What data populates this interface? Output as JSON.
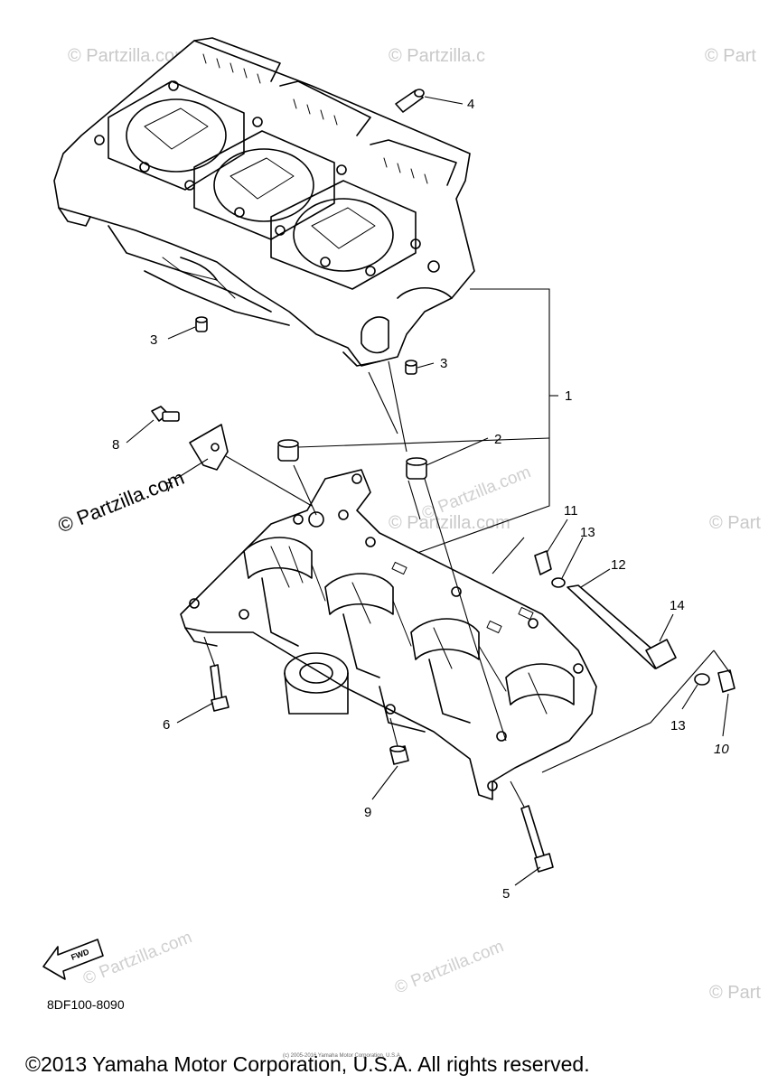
{
  "diagram": {
    "callouts": {
      "c1": "1",
      "c2": "2",
      "c3a": "3",
      "c3b": "3",
      "c4": "4",
      "c5": "5",
      "c6": "6",
      "c7": "7",
      "c8": "8",
      "c9": "9",
      "c10": "10",
      "c11": "11",
      "c12": "12",
      "c13a": "13",
      "c13b": "13",
      "c14": "14"
    },
    "fwd_label": "FWD",
    "diagram_code": "8DF100-8090"
  },
  "watermarks": {
    "brand": "© Partzilla.com",
    "brand_short": "© Partzilla.c",
    "brand_right": "© Part"
  },
  "footer": {
    "copyright": "©2013 Yamaha Motor Corporation, U.S.A. All rights reserved.",
    "tiny_credit": "(c) 2005-2016 Yamaha Motor Corporation, U.S.A."
  }
}
